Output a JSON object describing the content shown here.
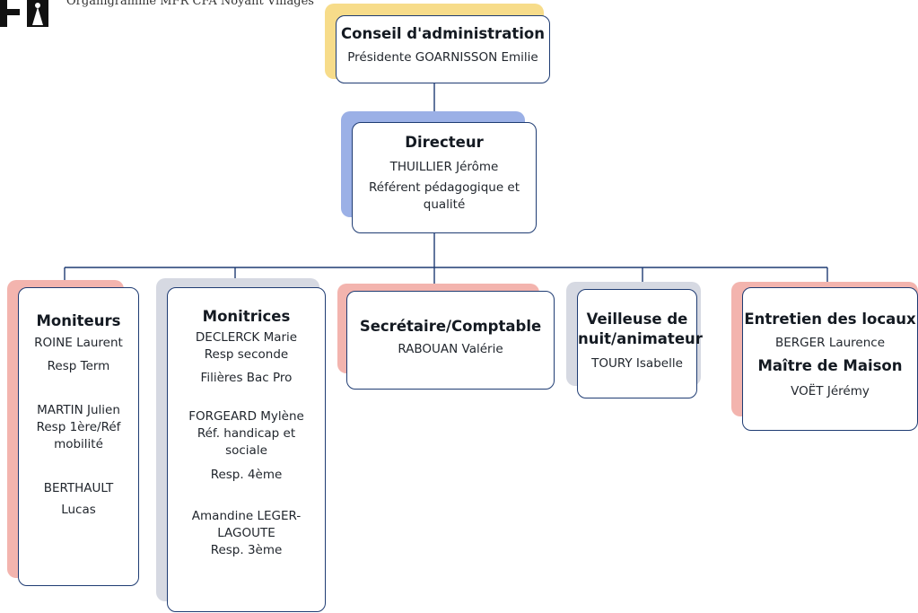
{
  "header": {
    "org_text": "Organigramme MFR CFA Noyant Villages"
  },
  "board": {
    "title": "Conseil d'administration",
    "president": "Présidente GOARNISSON Emilie"
  },
  "director": {
    "title": "Directeur",
    "name": "THUILLIER Jérôme",
    "role_line1": "Référent pédagogique et",
    "role_line2": "qualité"
  },
  "departments": [
    {
      "title": "Moniteurs",
      "lines": [
        "ROINE Laurent",
        "Resp Term",
        "",
        "MARTIN Julien",
        "Resp 1ère/Réf",
        "mobilité",
        "",
        "BERTHAULT",
        "Lucas"
      ]
    },
    {
      "title": "Monitrices",
      "lines": [
        "DECLERCK Marie",
        "Resp seconde",
        "Filières Bac Pro",
        "",
        "FORGEARD Mylène",
        "Réf. handicap et",
        "sociale",
        "Resp. 4ème",
        "",
        "Amandine LEGER-",
        "LAGOUTE",
        "Resp. 3ème"
      ]
    },
    {
      "title": "Secrétaire/Comptable",
      "lines": [
        "RABOUAN Valérie"
      ]
    },
    {
      "title_line1": "Veilleuse de",
      "title_line2": "nuit/animateur",
      "lines": [
        "TOURY Isabelle"
      ]
    },
    {
      "title": "Entretien des locaux",
      "line1": "BERGER Laurence",
      "subtitle": "Maître de Maison",
      "line2": "VOËT Jérémy"
    }
  ],
  "colors": {
    "border": "#1f3c73",
    "accent_yellow": "#f7dc8a",
    "accent_blue": "#9bb0e6",
    "accent_red": "#f3b4ae",
    "accent_grey": "#d6d9e2"
  }
}
